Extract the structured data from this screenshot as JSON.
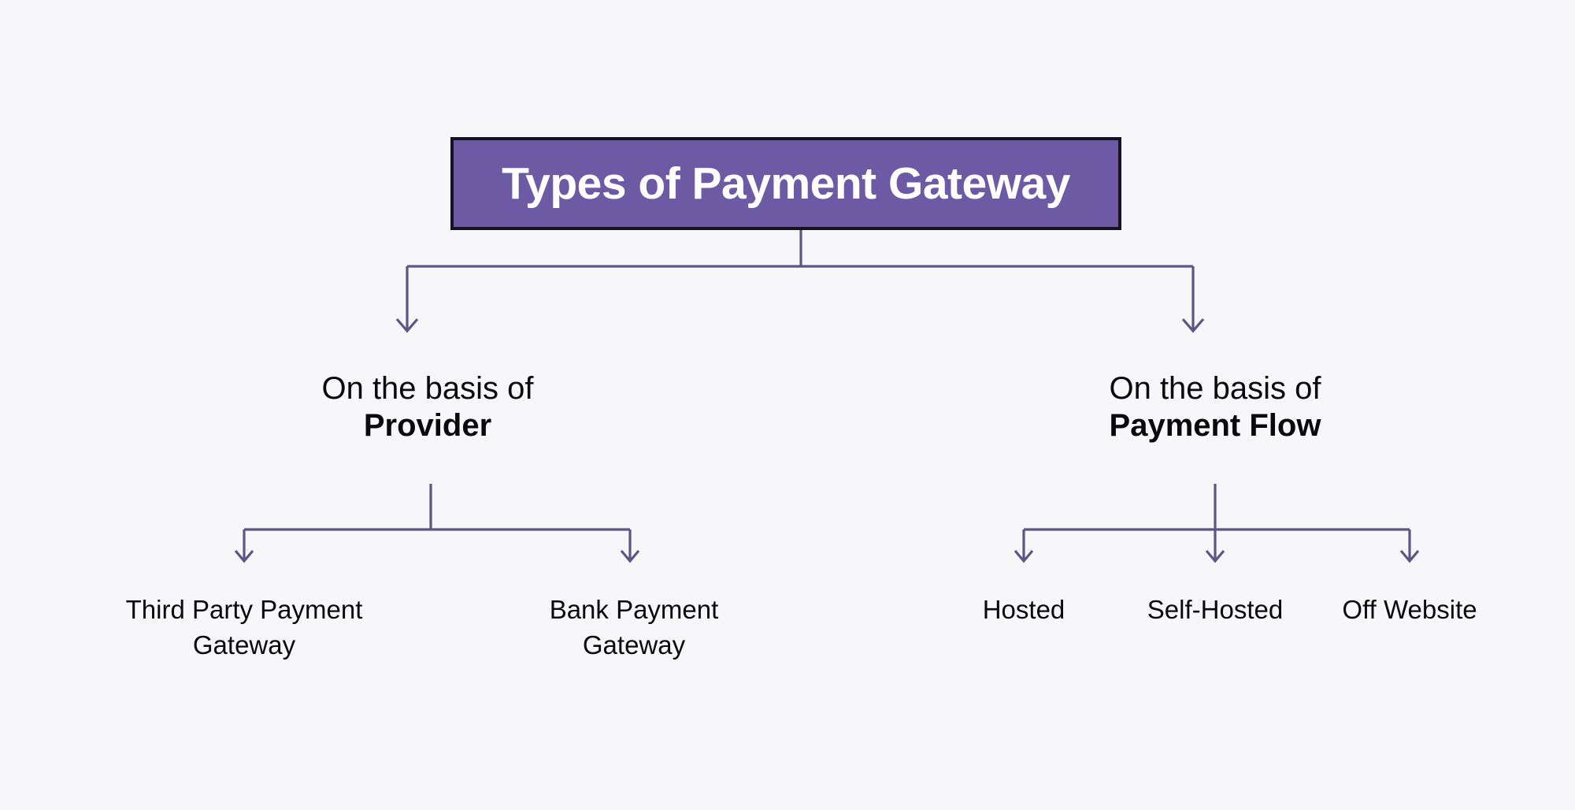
{
  "diagram": {
    "type": "hierarchy-tree",
    "background_color": "#f7f7fa",
    "line_color": "#5f5585",
    "root": {
      "label": "Types of Payment Gateway",
      "fill_color": "#6c5aa5",
      "border_color": "#151320",
      "text_color": "#ffffff"
    },
    "branches": [
      {
        "name": "provider",
        "line1": "On the basis of",
        "line2": "Provider",
        "children": [
          {
            "name": "third-party-payment-gateway",
            "line1": "Third Party Payment",
            "line2": "Gateway"
          },
          {
            "name": "bank-payment-gateway",
            "line1": "Bank Payment",
            "line2": "Gateway"
          }
        ]
      },
      {
        "name": "payment-flow",
        "line1": "On the basis of",
        "line2": "Payment Flow",
        "children": [
          {
            "name": "hosted",
            "line1": "Hosted",
            "line2": ""
          },
          {
            "name": "self-hosted",
            "line1": "Self-Hosted",
            "line2": ""
          },
          {
            "name": "off-website",
            "line1": "Off Website",
            "line2": ""
          }
        ]
      }
    ]
  }
}
